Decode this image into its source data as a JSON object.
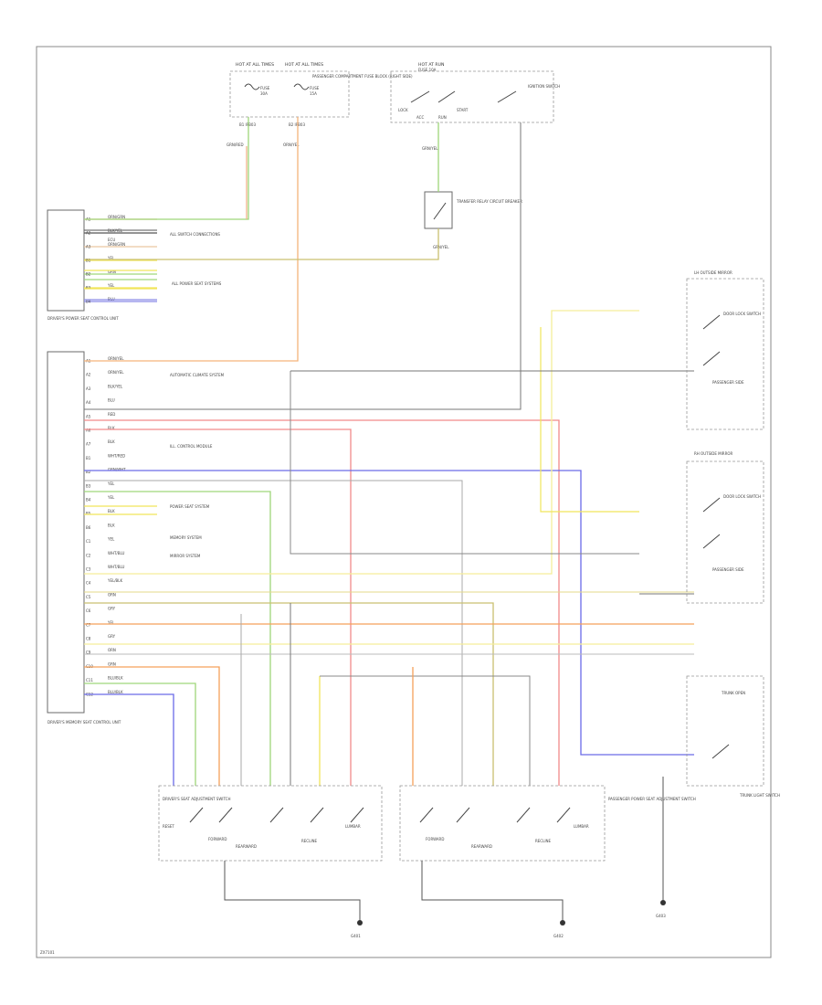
{
  "diagram": {
    "footer_code": "ZX7101",
    "fuse_box": {
      "fuse1": {
        "title": "HOT AT ALL TIMES",
        "name": "FUSE",
        "rating": "30A"
      },
      "fuse2": {
        "title": "HOT AT ALL TIMES",
        "name": "FUSE",
        "rating": "15A"
      },
      "caption": "PASSENGER COMPARTMENT FUSE BLOCK (RIGHT SIDE)",
      "wire1": {
        "code": "B1 IPB03",
        "color": "GRN/RED"
      },
      "wire2": {
        "code": "B2 IPB03",
        "color": "ORN/YEL"
      }
    },
    "ignition": {
      "title": "HOT AT RUN",
      "fuse": "FUSE 10A",
      "states": [
        "LOCK",
        "ACC",
        "RUN",
        "START"
      ],
      "caption": "IGNITION SWITCH",
      "wire_down": "GRN/YEL",
      "relay_caption": "TRANSFER RELAY CIRCUIT BREAKER",
      "wire_out": "GRN/YEL"
    },
    "upper_connector": {
      "caption": "DRIVER'S POWER SEAT CONTROL UNIT",
      "pins": [
        {
          "pin": "A1",
          "color": "ORN/GRN",
          "line": "#f2b38a"
        },
        {
          "pin": "A2",
          "color": "BLK/YEL",
          "line": "#555555"
        },
        {
          "pin": "A3",
          "color": "ORN/GRN",
          "line": "#e9c6a0"
        },
        {
          "pin": "B1",
          "color": "YEL",
          "line": "#f1e55a"
        },
        {
          "pin": "B2",
          "color": "GRN",
          "line": "#9fd67a"
        },
        {
          "pin": "B3",
          "color": "YEL",
          "line": "#f1e55a"
        },
        {
          "pin": "B4",
          "color": "BLU",
          "line": "#8a8ae8"
        }
      ],
      "notes": [
        "ALL SWITCH CONNECTIONS",
        "ALL POWER SEAT SYSTEMS"
      ],
      "side_label": "ECU"
    },
    "main_connector": {
      "caption": "DRIVER'S MEMORY SEAT CONTROL UNIT",
      "pins": [
        {
          "pin": "A1",
          "color": "ORN/YEL"
        },
        {
          "pin": "A2",
          "color": "ORN/YEL"
        },
        {
          "pin": "A3",
          "color": "BLK/YEL"
        },
        {
          "pin": "A4",
          "color": "BLU"
        },
        {
          "pin": "A5",
          "color": "RED"
        },
        {
          "pin": "A6",
          "color": "BLK"
        },
        {
          "pin": "A7",
          "color": "BLK"
        },
        {
          "pin": "B1",
          "color": "WHT/RED"
        },
        {
          "pin": "B2",
          "color": "GRN/WHT"
        },
        {
          "pin": "B3",
          "color": "YEL"
        },
        {
          "pin": "B4",
          "color": "YEL"
        },
        {
          "pin": "B5",
          "color": "BLK"
        },
        {
          "pin": "B6",
          "color": "BLK"
        },
        {
          "pin": "C1",
          "color": "YEL"
        },
        {
          "pin": "C2",
          "color": "WHT/BLU"
        },
        {
          "pin": "C3",
          "color": "WHT/BLU"
        },
        {
          "pin": "C4",
          "color": "YEL/BLK"
        },
        {
          "pin": "C5",
          "color": "ORN"
        },
        {
          "pin": "C6",
          "color": "GRY"
        },
        {
          "pin": "C7",
          "color": "YEL"
        },
        {
          "pin": "C8",
          "color": "GRY"
        },
        {
          "pin": "C9",
          "color": "ORN"
        },
        {
          "pin": "C10",
          "color": "GRN"
        },
        {
          "pin": "C11",
          "color": "BLU/BLK"
        },
        {
          "pin": "C12",
          "color": "BLU/BLK"
        }
      ],
      "notes": [
        "AUTOMATIC CLIMATE SYSTEM",
        "ILL. CONTROL MODULE",
        "POWER SEAT SYSTEM",
        "MEMORY SYSTEM",
        "MIRROR SYSTEM"
      ]
    },
    "right_switches": {
      "top": {
        "title": "LH OUTSIDE MIRROR",
        "items": [
          "DOOR LOCK SWITCH",
          "PASSENGER SIDE"
        ]
      },
      "middle": {
        "title": "RH OUTSIDE MIRROR",
        "items": [
          "DOOR LOCK SWITCH",
          "PASSENGER SIDE"
        ]
      },
      "trunk": {
        "title": "TRUNK LIGHT SWITCH",
        "items": [
          "TRUNK OPEN"
        ]
      }
    },
    "bottom_left": {
      "caption": "DRIVER'S SEAT ADJUSTMENT SWITCH",
      "items": [
        "RESET",
        "FORWARD",
        "REARWARD",
        "RECLINE",
        "LUMBAR"
      ],
      "ground": "G401"
    },
    "bottom_right": {
      "caption": "PASSENGER POWER SEAT ADJUSTMENT SWITCH",
      "items": [
        "FORWARD",
        "REARWARD",
        "RECLINE",
        "LUMBAR"
      ],
      "ground": "G402"
    },
    "ground_right": "G403"
  }
}
